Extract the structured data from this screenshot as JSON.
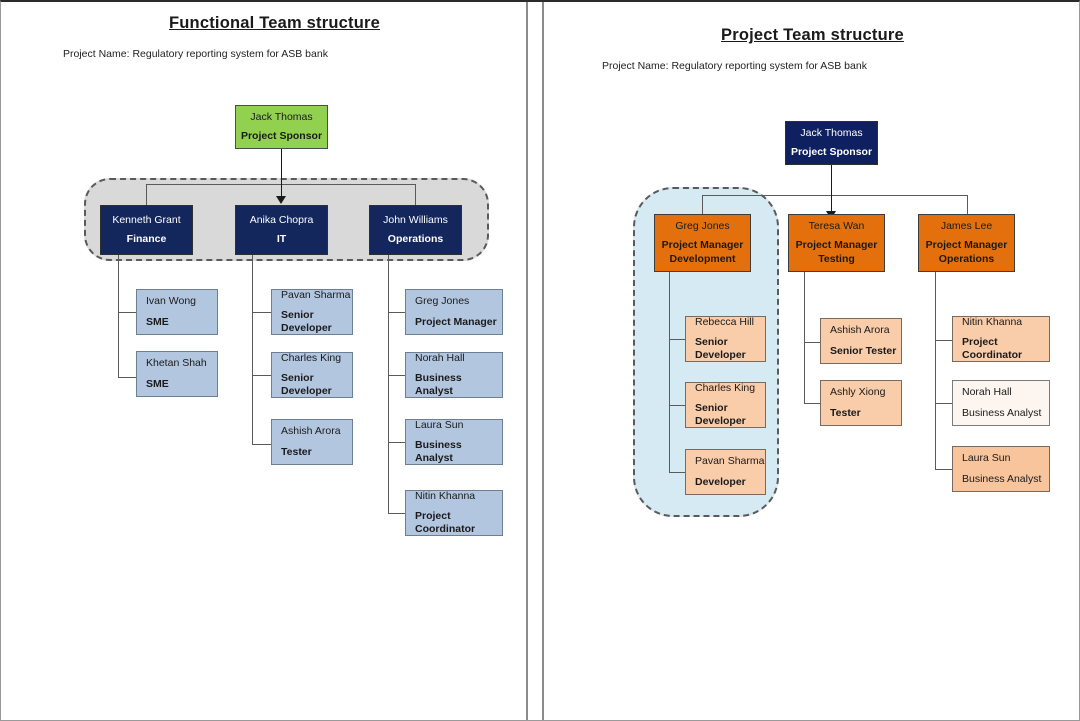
{
  "page": {
    "divider_label": "panel-divider"
  },
  "left_panel": {
    "title": "Functional Team structure",
    "subtitle": "Project Name: Regulatory reporting system for ASB bank",
    "sponsor": {
      "name": "Jack Thomas",
      "role": "Project Sponsor"
    },
    "managers": [
      {
        "name": "Kenneth Grant",
        "role": "Finance"
      },
      {
        "name": "Anika Chopra",
        "role": "IT"
      },
      {
        "name": "John Williams",
        "role": "Operations"
      }
    ],
    "finance_reports": [
      {
        "name": "Ivan Wong",
        "role": "SME"
      },
      {
        "name": "Khetan Shah",
        "role": "SME"
      }
    ],
    "it_reports": [
      {
        "name": "Pavan Sharma",
        "role": "Senior Developer"
      },
      {
        "name": "Charles King",
        "role": "Senior Developer"
      },
      {
        "name": "Ashish Arora",
        "role": "Tester"
      }
    ],
    "operations_reports": [
      {
        "name": "Greg Jones",
        "role": "Project Manager"
      },
      {
        "name": "Norah Hall",
        "role": "Business Analyst"
      },
      {
        "name": "Laura Sun",
        "role": "Business Analyst"
      },
      {
        "name": "Nitin Khanna",
        "role": "Project Coordinator"
      }
    ]
  },
  "right_panel": {
    "title": "Project Team structure",
    "subtitle": "Project Name: Regulatory reporting system for ASB bank",
    "sponsor": {
      "name": "Jack Thomas",
      "role": "Project Sponsor"
    },
    "managers": [
      {
        "name": "Greg Jones",
        "role_line1": "Project Manager",
        "role_line2": "Development"
      },
      {
        "name": "Teresa Wan",
        "role_line1": "Project Manager",
        "role_line2": "Testing"
      },
      {
        "name": "James Lee",
        "role_line1": "Project Manager",
        "role_line2": "Operations"
      }
    ],
    "development_reports": [
      {
        "name": "Rebecca Hill",
        "role": "Senior Developer"
      },
      {
        "name": "Charles King",
        "role": "Senior Developer"
      },
      {
        "name": "Pavan Sharma",
        "role": "Developer"
      }
    ],
    "testing_reports": [
      {
        "name": "Ashish Arora",
        "role": "Senior Tester"
      },
      {
        "name": "Ashly Xiong",
        "role": "Tester"
      }
    ],
    "operations_reports": [
      {
        "name": "Nitin Khanna",
        "role": "Project Coordinator"
      },
      {
        "name": "Norah Hall",
        "role": "Business Analyst"
      },
      {
        "name": "Laura Sun",
        "role": "Business Analyst"
      }
    ]
  },
  "colors": {
    "sponsor_green": "#92d050",
    "manager_navy": "#14275c",
    "report_light_blue": "#b3c6e0",
    "manager_orange": "#e3700d",
    "report_light_orange": "#f9ccaa",
    "group_gray": "#d9d9d9",
    "group_blue": "#d6eaf4"
  }
}
